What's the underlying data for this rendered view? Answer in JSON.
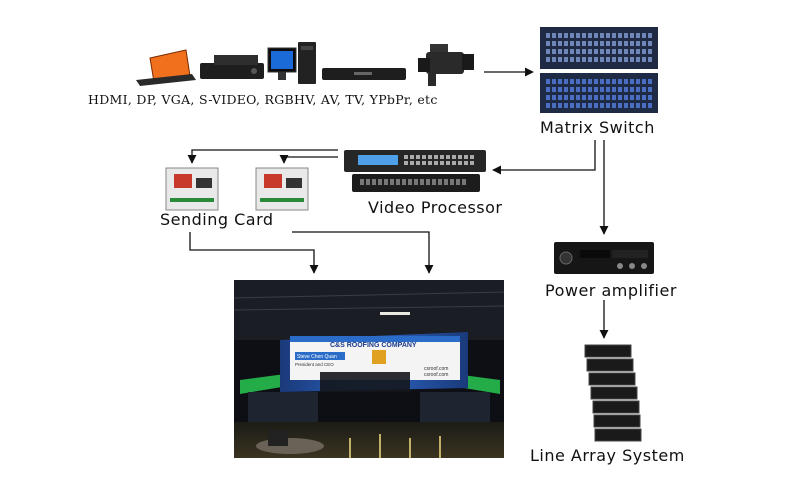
{
  "labels": {
    "sources": "HDMI, DP, VGA, S-VIDEO, RGBHV, AV, TV, YPbPr, etc",
    "matrix_switch": "Matrix Switch",
    "video_processor": "Video Processor",
    "sending_card": "Sending Card",
    "power_amplifier": "Power amplifier",
    "line_array": "Line Array System"
  },
  "screen": {
    "company": "C&S ROOFING COMPANY",
    "person": "Steve Chen Quan",
    "role": "President and CEO",
    "website_1": "csroof.com",
    "website_2": "csroof.com"
  },
  "colors": {
    "laptop": "#f0701e",
    "stage_blue": "#2a6cc8",
    "stage_green": "#28c850",
    "device_dark": "#1e1e1e",
    "rack_blue": "#3a5fae",
    "arrow": "#111111"
  },
  "icons": [
    "laptop-icon",
    "set-top-box-icon",
    "desktop-pc-icon",
    "dvd-player-icon",
    "video-camera-icon"
  ]
}
